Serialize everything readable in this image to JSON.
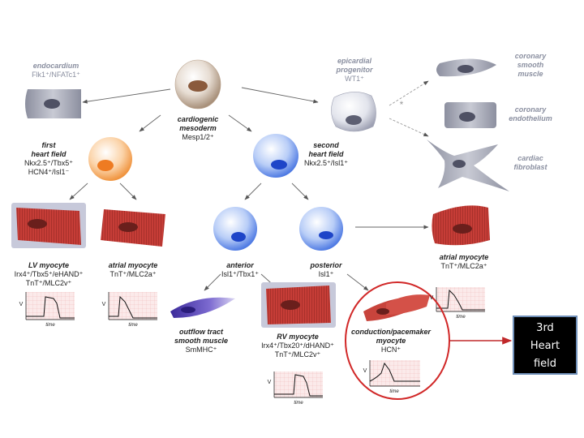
{
  "labels": {
    "endocardium": {
      "name": "endocardium",
      "markers": "Flk1⁺/NFATc1⁺"
    },
    "epicardial": {
      "line1": "epicardial",
      "line2": "progenitor",
      "markers": "WT1⁺"
    },
    "smooth": {
      "line1": "coronary",
      "line2": "smooth",
      "line3": "muscle"
    },
    "endothelium": {
      "line1": "coronary",
      "line2": "endothelium"
    },
    "fibroblast": {
      "line1": "cardiac",
      "line2": "fibroblast"
    },
    "mesoderm": {
      "line1": "cardiogenic",
      "line2": "mesoderm",
      "markers": "Mesp1/2⁺"
    },
    "first_field": {
      "line1": "first",
      "line2": "heart field",
      "markers1": "Nkx2.5⁺/Tbx5⁺",
      "markers2": "HCN4⁺/Isl1⁻"
    },
    "second_field": {
      "line1": "second",
      "line2": "heart field",
      "markers": "Nkx2.5⁺/Isl1⁺"
    },
    "lv": {
      "name": "LV myocyte",
      "markers1": "Irx4⁺/Tbx5⁺/eHAND⁺",
      "markers2": "TnT⁺/MLC2v⁺"
    },
    "atrial_left": {
      "name": "atrial myocyte",
      "markers": "TnT⁺/MLC2a⁺"
    },
    "anterior": {
      "name": "anterior",
      "markers": "Isl1⁺/Tbx1⁺"
    },
    "posterior": {
      "name": "posterior",
      "markers": "Isl1⁺"
    },
    "atrial_right": {
      "name": "atrial myocyte",
      "markers": "TnT⁺/MLC2a⁺"
    },
    "outflow": {
      "line1": "outflow tract",
      "line2": "smooth muscle",
      "markers": "SmMHC⁺"
    },
    "rv": {
      "name": "RV myocyte",
      "markers1": "Irx4⁺/Tbx20⁺/dHAND⁺",
      "markers2": "TnT⁺/MLC2v⁺"
    },
    "conduction": {
      "line1": "conduction/pacemaker",
      "line2": "myocyte",
      "markers": "HCN⁺"
    },
    "star": "*"
  },
  "plots": {
    "axis_v": "V",
    "axis_time": "time"
  },
  "callout": {
    "line1": "3rd",
    "line2": "Heart",
    "line3": "field"
  },
  "colors": {
    "grey_cell": "#9a9cab",
    "brown_cell": "#a47e62",
    "orange_cell": "#f29a3d",
    "blue_cell": "#4d7ae6",
    "red_tissue": "#c9413a",
    "purple_cell": "#5b4ab7",
    "highlight_circle": "#d12828",
    "callout_bg": "#000000",
    "callout_border": "#6f8fb8"
  }
}
